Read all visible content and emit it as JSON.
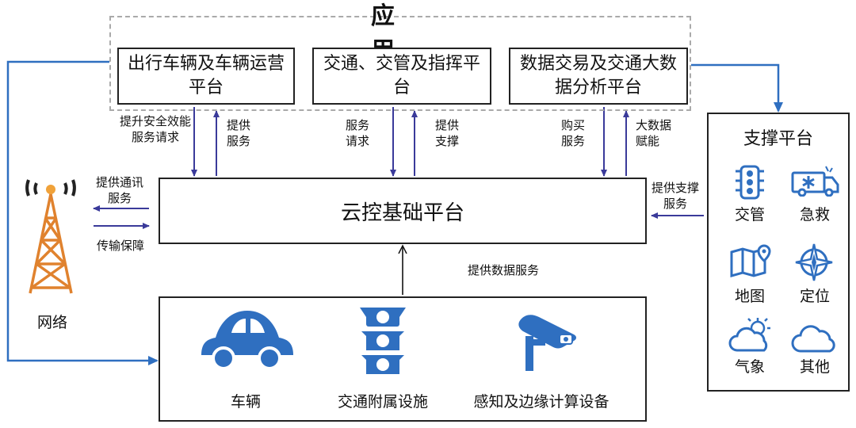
{
  "application": {
    "title": "应　　用",
    "platforms": [
      {
        "label": "出行车辆及车辆运营平台"
      },
      {
        "label": "交通、交管及指挥平台"
      },
      {
        "label": "数据交易及交通大数据分析平台"
      }
    ]
  },
  "links": {
    "improve_request": "提升安全效能服务请求",
    "provide_service": "提供服务",
    "service_request": "服务请求",
    "provide_support": "提供支撑",
    "buy_service": "购买服务",
    "bigdata_enable": "大数据赋能",
    "comm_service": "提供通讯服务",
    "transport_guarantee": "传输保障",
    "support_service": "提供支撑服务",
    "data_service": "提供数据服务"
  },
  "cloud": {
    "label": "云控基础平台"
  },
  "network": {
    "label": "网络"
  },
  "support": {
    "title": "支撑平台",
    "items": [
      {
        "label": "交管",
        "icon": "traffic-light-icon"
      },
      {
        "label": "急救",
        "icon": "ambulance-icon"
      },
      {
        "label": "地图",
        "icon": "map-icon"
      },
      {
        "label": "定位",
        "icon": "compass-icon"
      },
      {
        "label": "气象",
        "icon": "weather-icon"
      },
      {
        "label": "其他",
        "icon": "cloud-icon"
      }
    ]
  },
  "devices": [
    {
      "label": "车辆",
      "icon": "car-icon"
    },
    {
      "label": "交通附属设施",
      "icon": "traffic-light-icon"
    },
    {
      "label": "感知及边缘计算设备",
      "icon": "camera-icon"
    }
  ],
  "colors": {
    "accent": "#2f6fc0",
    "arrow": "#3a3a9a",
    "tower": "#e0822e"
  }
}
